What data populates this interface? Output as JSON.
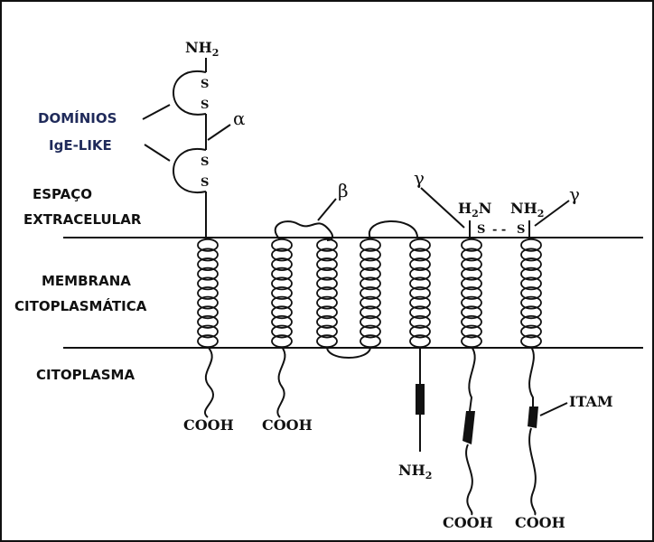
{
  "regions": {
    "extracellular": "ESPAÇO EXTRACELULAR",
    "extracellular_line1": "ESPAÇO",
    "extracellular_line2": "EXTRACELULAR",
    "membrane_line1": "MEMBRANA",
    "membrane_line2": "CITOPLASMÁTICA",
    "cytoplasm": "CITOPLASMA"
  },
  "domains": {
    "line1": "DOMÍNIOS",
    "line2": "IgE-LIKE"
  },
  "alpha_chain": {
    "greek": "α",
    "n_terminus": "NH",
    "n_sub": "2",
    "c_terminus": "COOH",
    "disulfide_1_top": "S",
    "disulfide_1_bottom": "S",
    "disulfide_2_top": "S",
    "disulfide_2_bottom": "S"
  },
  "beta_chain": {
    "greek": "β",
    "c_terminus_left": "COOH",
    "n_terminus": "NH",
    "n_sub": "2"
  },
  "gamma_chains": {
    "greek_left": "γ",
    "greek_right": "γ",
    "left_n_terminus": "H",
    "left_n_sub": "2",
    "left_n_suffix": "N",
    "right_n_terminus": "NH",
    "right_n_sub": "2",
    "bond": "S- -S",
    "bond_left": "S",
    "bond_dash": "- -",
    "bond_right": "S",
    "c_terminus_left": "COOH",
    "c_terminus_right": "COOH",
    "motif": "ITAM"
  },
  "colors": {
    "ink": "#111111",
    "label_blue": "#1f2a5a",
    "background": "#ffffff"
  }
}
